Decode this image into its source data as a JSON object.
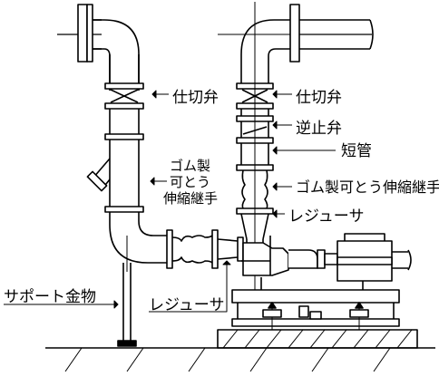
{
  "labels": {
    "gate_valve_left": "仕切弁",
    "gate_valve_right": "仕切弁",
    "check_valve": "逆止弁",
    "short_pipe": "短管",
    "rubber_joint_left_1": "ゴム製",
    "rubber_joint_left_2": "可とう",
    "rubber_joint_left_3": "伸縮継手",
    "rubber_joint_right": "ゴム製可とう伸縮継手",
    "reducer_right": "レジューサ",
    "support": "サポート金物",
    "reducer_bottom": "レジューサ"
  },
  "colors": {
    "line": "#000000",
    "background": "#ffffff"
  }
}
